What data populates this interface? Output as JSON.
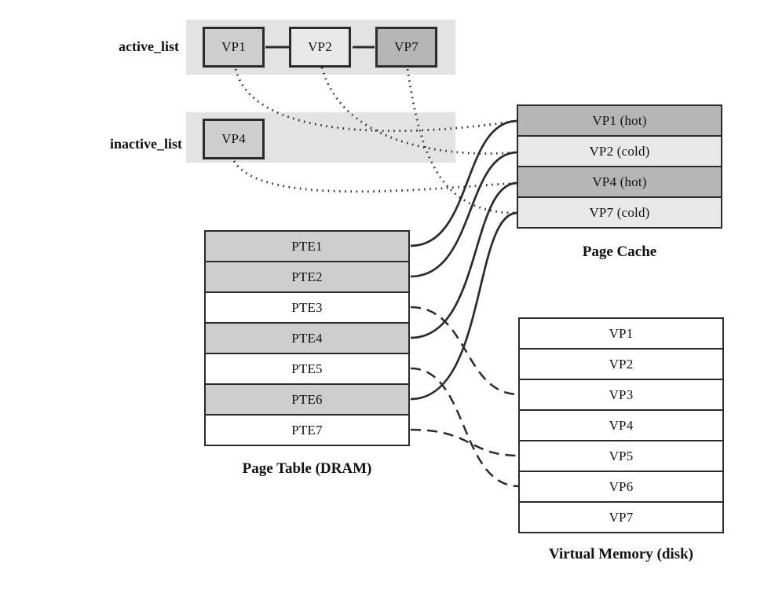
{
  "palette": {
    "band": "#e3e3e3",
    "dark": "#b6b6b6",
    "mid": "#cecece",
    "light": "#e9e9e9",
    "white": "#ffffff",
    "line": "#2b2b2b"
  },
  "active_list": {
    "label": "active_list",
    "items": [
      {
        "label": "VP1",
        "tone": "mid"
      },
      {
        "label": "VP2",
        "tone": "light"
      },
      {
        "label": "VP7",
        "tone": "dark"
      }
    ]
  },
  "inactive_list": {
    "label": "inactive_list",
    "items": [
      {
        "label": "VP4",
        "tone": "mid"
      }
    ]
  },
  "page_cache": {
    "caption": "Page Cache",
    "rows": [
      {
        "label": "VP1 (hot)",
        "tone": "dark"
      },
      {
        "label": "VP2 (cold)",
        "tone": "light"
      },
      {
        "label": "VP4 (hot)",
        "tone": "dark"
      },
      {
        "label": "VP7 (cold)",
        "tone": "light"
      }
    ]
  },
  "page_table": {
    "caption": "Page Table (DRAM)",
    "rows": [
      {
        "label": "PTE1",
        "tone": "mid"
      },
      {
        "label": "PTE2",
        "tone": "mid"
      },
      {
        "label": "PTE3",
        "tone": "white"
      },
      {
        "label": "PTE4",
        "tone": "mid"
      },
      {
        "label": "PTE5",
        "tone": "white"
      },
      {
        "label": "PTE6",
        "tone": "mid"
      },
      {
        "label": "PTE7",
        "tone": "white"
      }
    ]
  },
  "virtual_memory": {
    "caption": "Virtual Memory (disk)",
    "rows": [
      {
        "label": "VP1",
        "tone": "white"
      },
      {
        "label": "VP2",
        "tone": "white"
      },
      {
        "label": "VP3",
        "tone": "white"
      },
      {
        "label": "VP4",
        "tone": "white"
      },
      {
        "label": "VP5",
        "tone": "white"
      },
      {
        "label": "VP6",
        "tone": "white"
      },
      {
        "label": "VP7",
        "tone": "white"
      }
    ]
  },
  "connections": {
    "dotted_list_to_cache": [
      [
        "active_list.VP1",
        "page_cache.VP1 (hot)"
      ],
      [
        "active_list.VP2",
        "page_cache.VP2 (cold)"
      ],
      [
        "active_list.VP7",
        "page_cache.VP7 (cold)"
      ],
      [
        "inactive_list.VP4",
        "page_cache.VP4 (hot)"
      ]
    ],
    "solid_pte_to_cache": [
      [
        "page_table.PTE1",
        "page_cache.VP1 (hot)"
      ],
      [
        "page_table.PTE2",
        "page_cache.VP2 (cold)"
      ],
      [
        "page_table.PTE4",
        "page_cache.VP4 (hot)"
      ],
      [
        "page_table.PTE6",
        "page_cache.VP7 (cold)"
      ]
    ],
    "dashed_pte_to_disk": [
      [
        "page_table.PTE3",
        "virtual_memory.VP3"
      ],
      [
        "page_table.PTE5",
        "virtual_memory.VP6"
      ],
      [
        "page_table.PTE7",
        "virtual_memory.VP5"
      ]
    ]
  }
}
